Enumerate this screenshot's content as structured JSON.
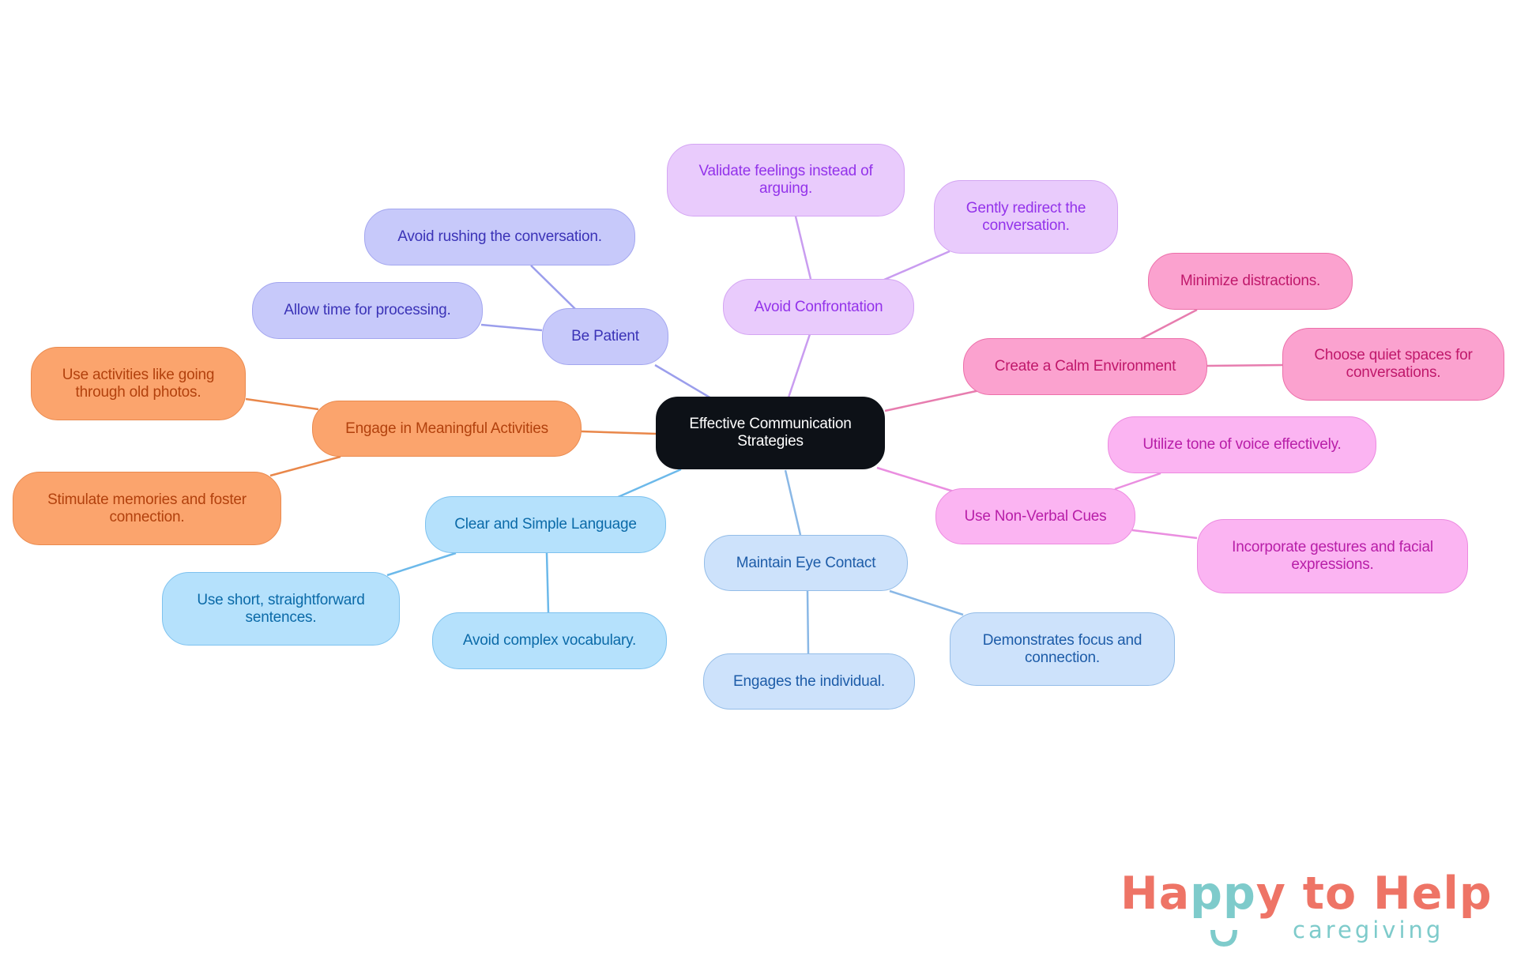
{
  "mindmap": {
    "title": "Effective Communication Strategies",
    "center": {
      "label": "Effective Communication Strategies",
      "lines": [
        "Effective Communication",
        "Strategies"
      ],
      "color": "#0d1117"
    },
    "branches": [
      {
        "label": "Be Patient",
        "color": "#c7c9fa",
        "children": [
          "Avoid rushing the conversation.",
          "Allow time for processing."
        ]
      },
      {
        "label": "Avoid Confrontation",
        "color": "#e9cbfc",
        "children": [
          "Validate feelings instead of arguing.",
          "Gently redirect the conversation."
        ]
      },
      {
        "label": "Create a Calm Environment",
        "color": "#fba2cf",
        "children": [
          "Minimize distractions.",
          "Choose quiet spaces for conversations."
        ]
      },
      {
        "label": "Use Non-Verbal Cues",
        "color": "#fbb4f2",
        "children": [
          "Utilize tone of voice effectively.",
          "Incorporate gestures and facial expressions."
        ]
      },
      {
        "label": "Maintain Eye Contact",
        "color": "#cde2fb",
        "children": [
          "Demonstrates focus and connection.",
          "Engages the individual."
        ]
      },
      {
        "label": "Clear and Simple Language",
        "color": "#b5e1fc",
        "children": [
          "Use short, straightforward sentences.",
          "Avoid complex vocabulary."
        ]
      },
      {
        "label": "Engage in Meaningful Activities",
        "color": "#fba46d",
        "children": [
          "Use activities like going through old photos.",
          "Stimulate memories and foster connection."
        ]
      }
    ]
  },
  "logo": {
    "part1": "Ha",
    "part2": "pp",
    "part3": "y to Help",
    "subtitle": "caregiving",
    "colors": {
      "primary": "#ee7466",
      "accent": "#7ecbcb"
    },
    "icon": "smile-icon"
  }
}
